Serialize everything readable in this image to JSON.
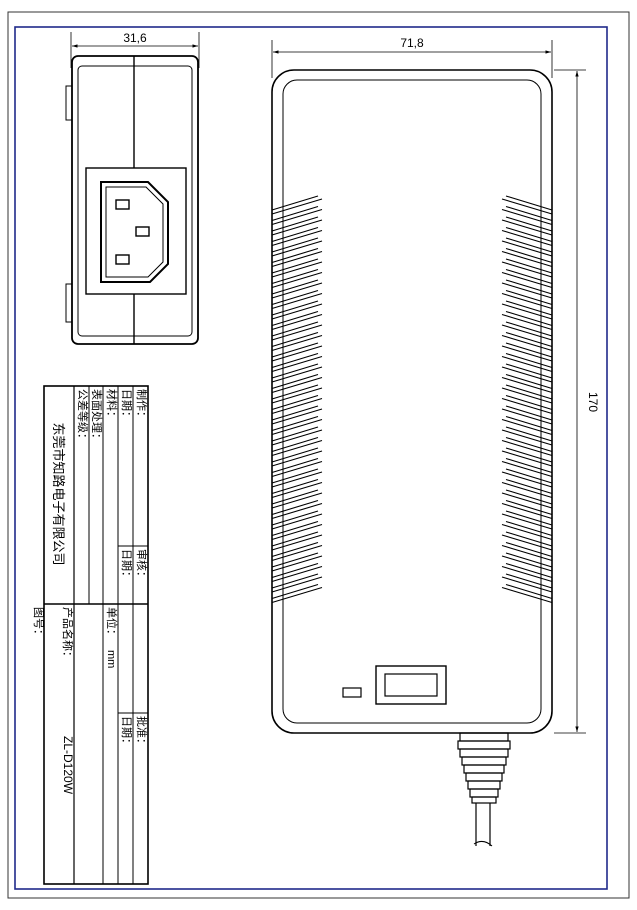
{
  "dimensions": {
    "plug_width": "31,6",
    "body_width": "71,8",
    "body_height": "170"
  },
  "title_block": {
    "company": "东莞市知路电子有限公司",
    "author_label": "制作：",
    "date_label_1": "日期：",
    "reviewer_label": "审核：",
    "date_label_2": "日期：",
    "approver_label": "批准：",
    "date_label_3": "日期：",
    "material_label": "材料：",
    "unit_label": "单位：",
    "unit_value": "mm",
    "surface_label": "表面处理：",
    "tolerance_label": "公差等级：",
    "product_name_label": "产品名称：",
    "product_name_value": "ZL-D120W",
    "drawing_no_label": "图号："
  },
  "colors": {
    "frame": "#1f2a8a",
    "ink": "#000000"
  }
}
